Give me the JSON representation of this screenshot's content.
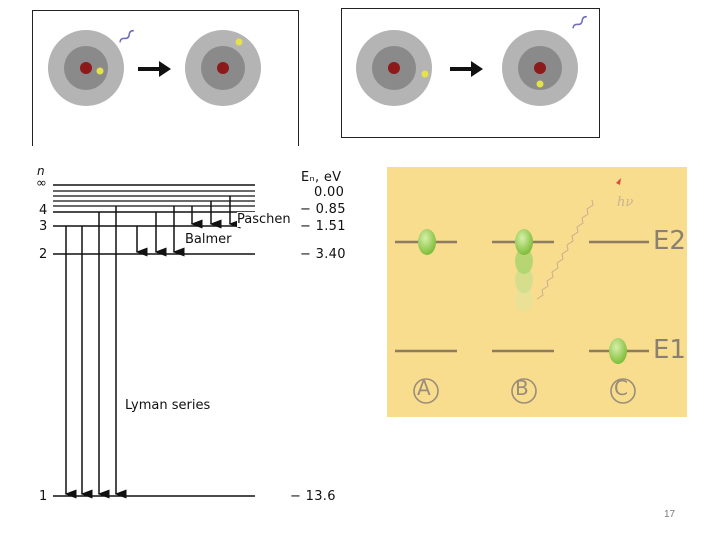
{
  "level_diagram": {
    "axis_label": "n",
    "energy_axis_label": "Eₙ, eV",
    "level_numbers": [
      "∞",
      "4",
      "3",
      "2",
      "1"
    ],
    "energies": [
      "0.00",
      "− 0.85",
      "− 1.51",
      "− 3.40",
      "− 13.6"
    ],
    "series": {
      "paschen": "Paschen",
      "balmer": "Balmer",
      "lyman": "Lyman series"
    }
  },
  "emission_panel": {
    "photon_label": "hν",
    "levels": [
      "E2",
      "E1"
    ],
    "states": [
      "A",
      "B",
      "C"
    ],
    "background_color": "#f9dd8f"
  },
  "page_number": "17"
}
